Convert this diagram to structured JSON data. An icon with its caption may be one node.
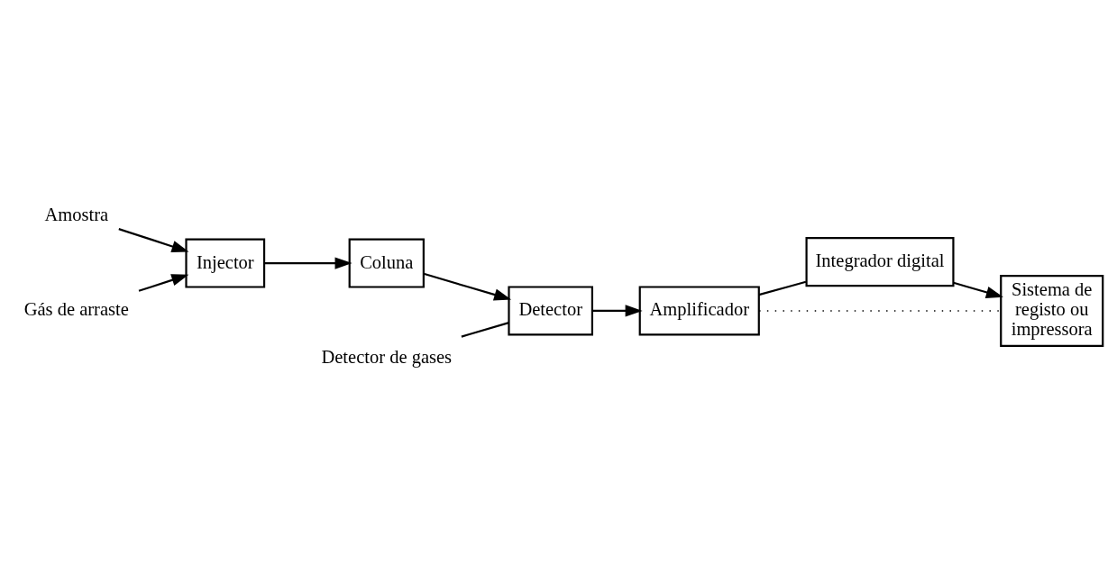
{
  "diagram": {
    "nodes": [
      {
        "text": [
          "Amostra"
        ]
      },
      {
        "text": [
          "Injector"
        ]
      },
      {
        "text": [
          "Gás de arraste"
        ]
      },
      {
        "text": [
          "Coluna"
        ]
      },
      {
        "text": [
          "Detector de gases"
        ]
      },
      {
        "text": [
          "Detector"
        ]
      },
      {
        "text": [
          "Amplificador"
        ]
      },
      {
        "text": [
          "Integrador digital"
        ]
      },
      {
        "text": [
          "Sistema de registo ou impressora"
        ]
      }
    ],
    "edges": [
      {
        "from": 0,
        "to": 1,
        "arrow": "to"
      },
      {
        "from": 2,
        "to": 1,
        "arrow": "to"
      },
      {
        "from": 1,
        "to": 3,
        "arrow": "to"
      },
      {
        "from": 3,
        "to": 5,
        "arrow": "to"
      },
      {
        "from": 4,
        "to": 5,
        "arrow": "none"
      },
      {
        "from": 5,
        "to": 6,
        "arrow": "to"
      },
      {
        "from": 6,
        "to": 7,
        "arrow": "none"
      },
      {
        "from": 7,
        "to": 8,
        "arrow": "to"
      },
      {
        "from": 6,
        "to": 8,
        "arrow": "none",
        "style": "dashed"
      }
    ]
  }
}
